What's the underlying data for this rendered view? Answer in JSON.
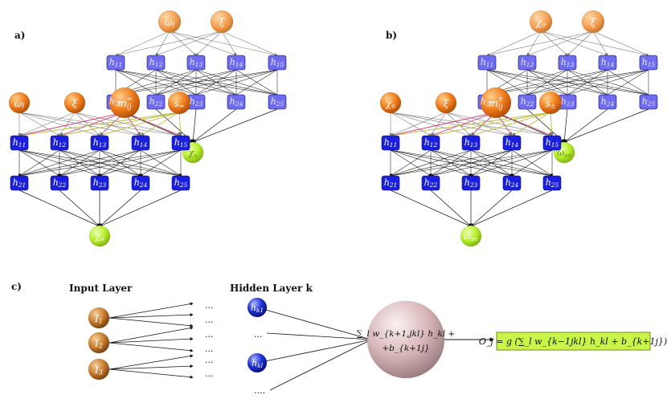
{
  "colors": {
    "orange": "#f07c1c",
    "orange_faded": "#f2a35c",
    "blue": "#1a1fe0",
    "blue_faded": "#6f6cf0",
    "green": "#b7ef2a",
    "green_faded": "#cfef8a",
    "olive": "#b8b83a",
    "magenta": "#d23c78",
    "sphere_pink": "#d9b8ba",
    "out_box": "#c9f54a",
    "sphere_orange": "#c97a2a",
    "sphere_blue": "#1f2fd0"
  },
  "panel_a": {
    "label": "a)",
    "back_inputs": [
      "ω_l",
      "ξ"
    ],
    "front_inputs": [
      "ω_l",
      "ξ"
    ],
    "extra_inputs": [
      "m_ij^=",
      "s_="
    ],
    "layer1": [
      "h_11",
      "h_12",
      "h_13",
      "h_14",
      "h_15"
    ],
    "layer2": [
      "h_21",
      "h_22",
      "h_23",
      "h_24",
      "h_25"
    ],
    "side_output": "χ_o",
    "output": "χ_o"
  },
  "panel_b": {
    "label": "b)",
    "back_inputs": [
      "χ_o",
      "ξ"
    ],
    "front_inputs": [
      "χ_o",
      "ξ"
    ],
    "extra_inputs": [
      "m_ij^±",
      "s_±"
    ],
    "layer1": [
      "h_11",
      "h_12",
      "h_13",
      "h_14",
      "h_15"
    ],
    "layer2": [
      "h_21",
      "h_22",
      "h_23",
      "h_24",
      "h_25"
    ],
    "side_output": "ω_sn",
    "output": "ω_sn"
  },
  "panel_c": {
    "label": "c)",
    "input_layer_title": "Input Layer",
    "hidden_layer_title": "Hidden Layer k",
    "inputs": [
      "I_1",
      "I_2",
      "I_3"
    ],
    "hidden_nodes": [
      "h_k1",
      "h_kl"
    ],
    "ellipsis": "...",
    "ellipsis_long": "....",
    "neuron_line1": "∑_l w_{k+1,jkl} h_kl +",
    "neuron_line2": "+b_{k+1j}",
    "output_formula": "O_j = g (∑_l w_{k−1jkl} h_kl + b_{k+1j})"
  }
}
